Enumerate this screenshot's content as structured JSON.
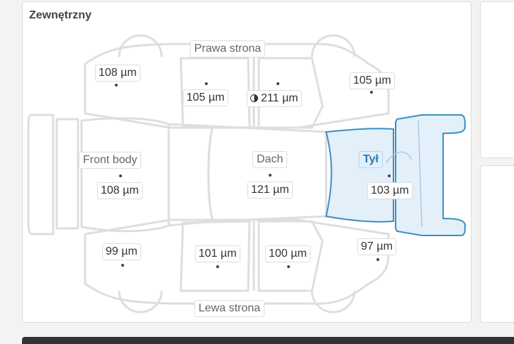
{
  "section_title": "Zewnętrzny",
  "regions": {
    "right_side": "Prawa strona",
    "front_body": "Front body",
    "roof": "Dach",
    "rear": "Tył",
    "left_side": "Lewa strona"
  },
  "measurements": {
    "right_front_fender": "108 µm",
    "right_front_door": "105 µm",
    "right_rear_door": "211 µm",
    "right_rear_fender": "105 µm",
    "front": "108 µm",
    "roof": "121 µm",
    "rear": "103 µm",
    "left_front_fender": "99 µm",
    "left_front_door": "101 µm",
    "left_rear_door": "100 µm",
    "left_rear_fender": "97 µm"
  },
  "icons": {
    "mixed_reading": "half-circle-icon"
  },
  "colors": {
    "selected_fill": "#dcebf7",
    "selected_stroke": "#3b8fc6",
    "outline": "#dedede"
  }
}
